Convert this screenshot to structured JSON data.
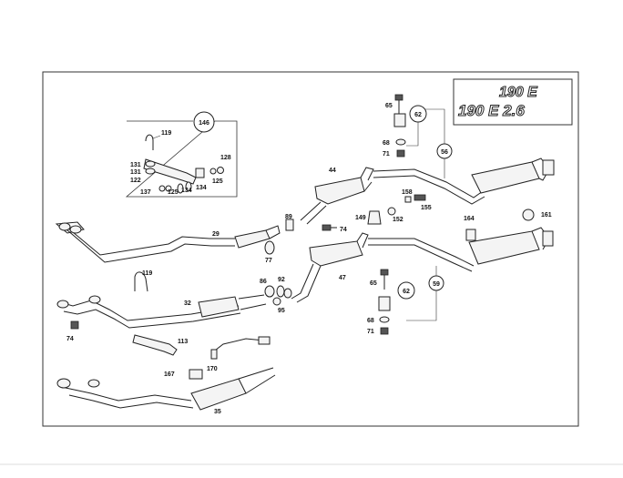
{
  "diagram": {
    "emblems": {
      "top": "190 E",
      "bottom": "190 E 2.6"
    },
    "callouts": {
      "c146": "146",
      "c119a": "119",
      "c131a": "131",
      "c131b": "131",
      "c122": "122",
      "c137": "137",
      "c125a": "125",
      "c134a": "134",
      "c134b": "134",
      "c128": "128",
      "c125b": "125",
      "c44": "44",
      "c65a": "65",
      "c62a": "62",
      "c68a": "68",
      "c71a": "71",
      "c56": "56",
      "c29": "29",
      "c89": "89",
      "c74a": "74",
      "c149": "149",
      "c152": "152",
      "c158": "158",
      "c155": "155",
      "c164": "164",
      "c161": "161",
      "c77": "77",
      "c47": "47",
      "c119b": "119",
      "c86": "86",
      "c92": "92",
      "c95": "95",
      "c32": "32",
      "c65b": "65",
      "c62b": "62",
      "c59": "59",
      "c68b": "68",
      "c71b": "71",
      "c74b": "74",
      "c113": "113",
      "c167": "167",
      "c170": "170",
      "c35": "35"
    }
  }
}
